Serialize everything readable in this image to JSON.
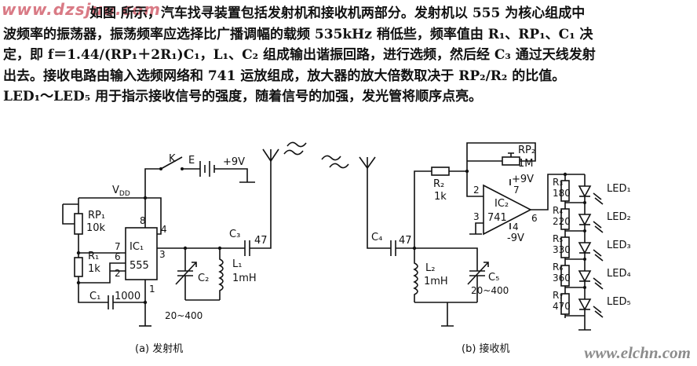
{
  "watermark_top": "www.dzsjuu.com",
  "watermark_bottom": "www.elchn.com",
  "paragraph": [
    "如图 所示，汽车找寻装置包括发射机和接收机两部分。发射机以 555 为核心组成中",
    "波频率的振荡器，振荡频率应选择比广播调幅的载频 535kHz 稍低些，频率值由 R₁、RP₁、C₁ 决",
    "定，即 f＝1.44/(RP₁＋2R₁)C₁，L₁、C₂ 组成输出谐振回路，进行选频，然后经 C₃ 通过天线发射",
    "出去。接收电路由输入选频网络和 741 运放组成，放大器的放大倍数取决于 RP₂/R₂ 的比值。",
    "LED₁～LED₅ 用于指示接收信号的强度，随着信号的加强，发光管将顺序点亮。"
  ],
  "transmitter": {
    "caption": "(a) 发射机",
    "switch": "K",
    "battery": "E",
    "supply": "+9V",
    "vdd": "V",
    "vdd_sub": "DD",
    "rp1": "RP₁",
    "rp1_val": "10k",
    "r1": "R₁",
    "r1_val": "1k",
    "c1": "C₁",
    "c1_val": "1000",
    "ic": "IC₁",
    "ic_type": "555",
    "pins": [
      "8",
      "4",
      "7",
      "6",
      "2",
      "3",
      "1"
    ],
    "c2": "C₂",
    "c2_val": "20~400",
    "l1": "L₁",
    "l1_val": "1mH",
    "c3": "C₃",
    "c3_val": "47"
  },
  "receiver": {
    "caption": "(b) 接收机",
    "rp2": "RP₂",
    "rp2_val": "1M",
    "r2": "R₂",
    "r2_val": "1k",
    "ic": "IC₂",
    "ic_type": "741",
    "pins": [
      "2",
      "7",
      "3",
      "6",
      "4"
    ],
    "pos_supply": "+9V",
    "neg_supply": "-9V",
    "c4": "C₄",
    "c4_val": "47",
    "l2": "L₂",
    "l2_val": "1mH",
    "c5": "C₅",
    "c5_val": "20~400",
    "resistors": [
      {
        "name": "R₃",
        "value": "180"
      },
      {
        "name": "R₄",
        "value": "220"
      },
      {
        "name": "R₅",
        "value": "330"
      },
      {
        "name": "R₆",
        "value": "360"
      },
      {
        "name": "R₇",
        "value": "470"
      }
    ],
    "leds": [
      "LED₁",
      "LED₂",
      "LED₃",
      "LED₄",
      "LED₅"
    ]
  }
}
